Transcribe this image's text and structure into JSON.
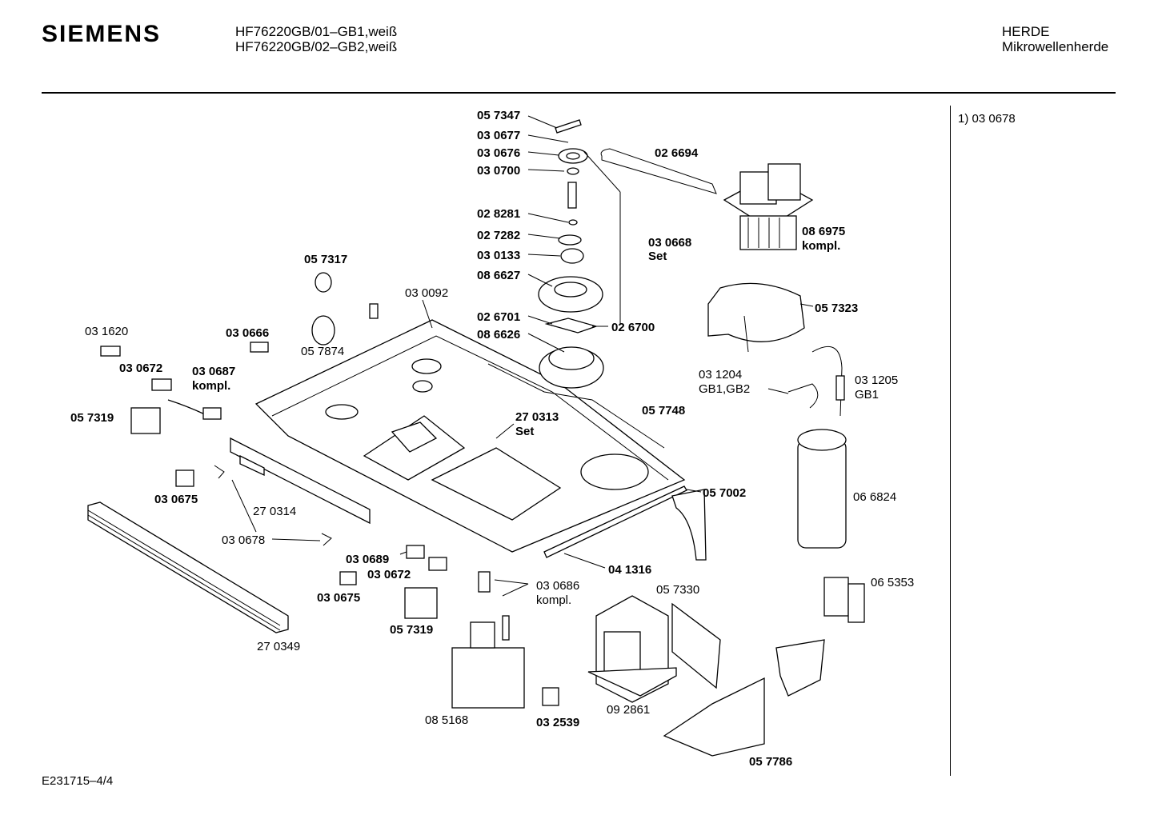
{
  "header": {
    "brand": "SIEMENS",
    "model_1": "HF76220GB/01–GB1,weiß",
    "model_2": "HF76220GB/02–GB2,weiß",
    "category": "HERDE",
    "subcategory": "Mikrowellenherde"
  },
  "footnote": "1)  03 0678",
  "doc_id": "E231715–4/4",
  "labels": {
    "p057347": "05 7347",
    "p030677": "03 0677",
    "p030676": "03 0676",
    "p030700": "03 0700",
    "p026694": "02 6694",
    "p028281": "02 8281",
    "p027282": "02 7282",
    "p030668": "03 0668",
    "set1": "Set",
    "p030133": "03 0133",
    "p086627": "08 6627",
    "p086975": "08 6975",
    "kompl1": "kompl.",
    "p057317": "05 7317",
    "p030092": "03 0092",
    "p057323": "05 7323",
    "p026701": "02 6701",
    "p026700": "02 6700",
    "p086626": "08 6626",
    "p031620": "03 1620",
    "p030666": "03 0666",
    "p057874": "05 7874",
    "p030672a": "03 0672",
    "p030687": "03 0687",
    "kompl2": "kompl.",
    "p031204": "03 1204",
    "gb1gb2": "GB1,GB2",
    "p031205": "03 1205",
    "gb1": "GB1",
    "p057319a": "05 7319",
    "p270313": "27 0313",
    "set2": "Set",
    "p057748": "05 7748",
    "p057002": "05 7002",
    "p066824": "06 6824",
    "p030675a": "03 0675",
    "p270314": "27 0314",
    "p030678": "03 0678",
    "p030689": "03 0689",
    "p030672b": "03 0672",
    "p041316": "04 1316",
    "p030675b": "03 0675",
    "p030686": "03 0686",
    "kompl3": "kompl.",
    "p057330": "05 7330",
    "p065353": "06 5353",
    "p057319b": "05 7319",
    "p270349": "27 0349",
    "p085168": "08 5168",
    "p032539": "03 2539",
    "p092861": "09 2861",
    "p057786": "05 7786"
  }
}
